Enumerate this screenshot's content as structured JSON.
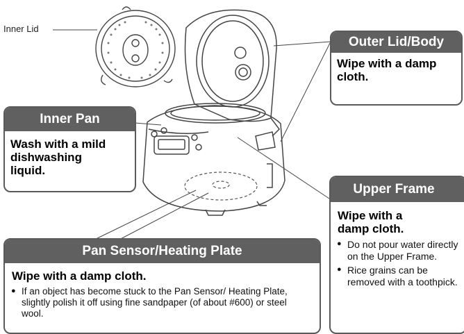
{
  "labels": {
    "inner_lid": "Inner Lid"
  },
  "outer_lid": {
    "title": "Outer Lid/Body",
    "instruction": "Wipe with a damp cloth."
  },
  "inner_pan": {
    "title": "Inner Pan",
    "instruction": "Wash with a mild dishwashing liquid."
  },
  "upper_frame": {
    "title": "Upper Frame",
    "instruction": "Wipe with a damp cloth.",
    "bullet": "●",
    "notes": [
      "Do not pour water directly on the Upper Frame.",
      "Rice grains can be removed with a toothpick."
    ]
  },
  "pan_sensor": {
    "title": "Pan Sensor/Heating Plate",
    "instruction": "Wipe with a damp cloth.",
    "bullet": "●",
    "note": "If an object has become stuck to the Pan Sensor/ Heating Plate, slightly polish it off using fine sandpaper (of about #600) or steel wool."
  },
  "colors": {
    "header_bg": "#606060",
    "border": "#5a5a5a",
    "line": "#444444"
  }
}
